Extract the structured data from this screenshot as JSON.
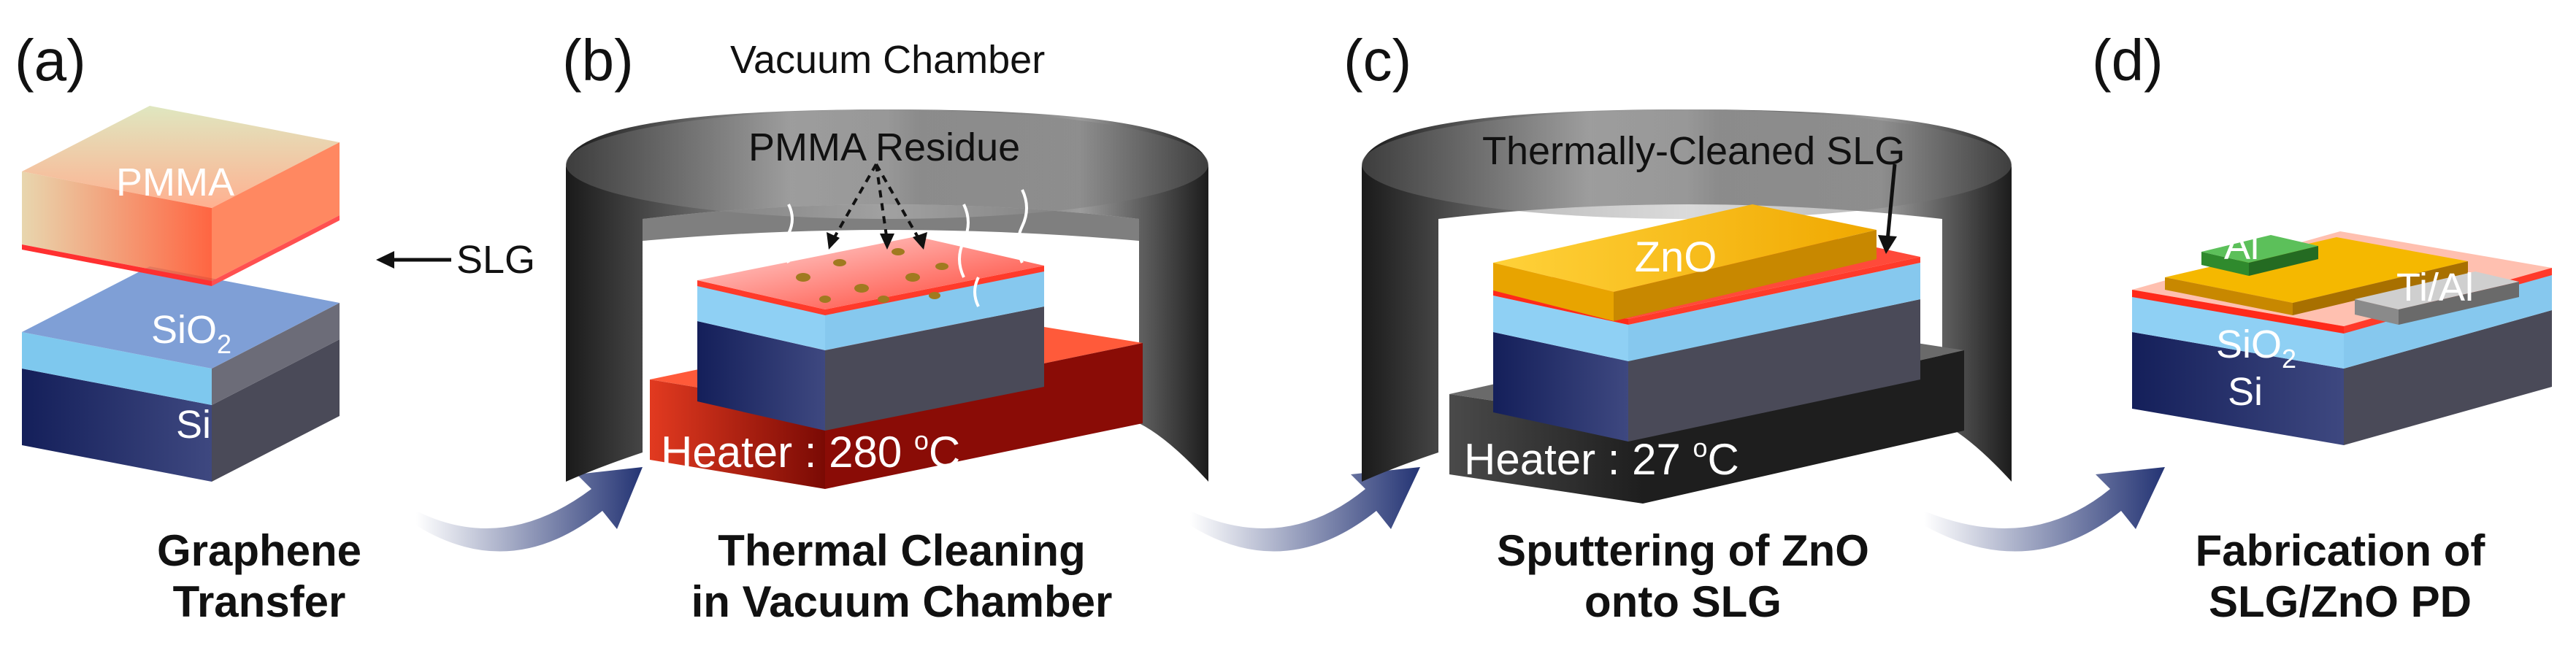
{
  "panels": {
    "a": {
      "letter": "(a)",
      "labels": {
        "pmma": "PMMA",
        "slg": "SLG",
        "sio2": "SiO",
        "sio2_sub": "2",
        "si": "Si"
      },
      "caption": [
        "Graphene",
        "Transfer"
      ]
    },
    "b": {
      "letter": "(b)",
      "chamber_label": "Vacuum Chamber",
      "residue_label": "PMMA  Residue",
      "heater": {
        "prefix": "Heater : 280 ",
        "unit_sup": "o",
        "unit": "C"
      },
      "caption": [
        "Thermal Cleaning",
        "in Vacuum Chamber"
      ]
    },
    "c": {
      "letter": "(c)",
      "slg_label": "Thermally-Cleaned SLG",
      "zno": "ZnO",
      "heater": {
        "prefix": "Heater : 27 ",
        "unit_sup": "o",
        "unit": "C"
      },
      "caption": [
        "Sputtering of ZnO",
        "onto SLG"
      ]
    },
    "d": {
      "letter": "(d)",
      "labels": {
        "al": "Al",
        "tial": "Ti/Al",
        "sio2": "SiO",
        "sio2_sub": "2",
        "si": "Si"
      },
      "caption": [
        "Fabrication of",
        "SLG/ZnO PD"
      ]
    }
  },
  "colors": {
    "si": "#1c2a66",
    "sio2": "#8fd0f4",
    "pmma": "#e8d8a8",
    "slg": "#ff5a5a",
    "heater_hot": "#d81e0e",
    "heater_room": "#3a3a3a",
    "chamber": "#2a2a2a",
    "zno": "#f5b800",
    "al": "#3fa83a",
    "tial": "#a8a8a8",
    "arrow": "#2a3a78"
  }
}
